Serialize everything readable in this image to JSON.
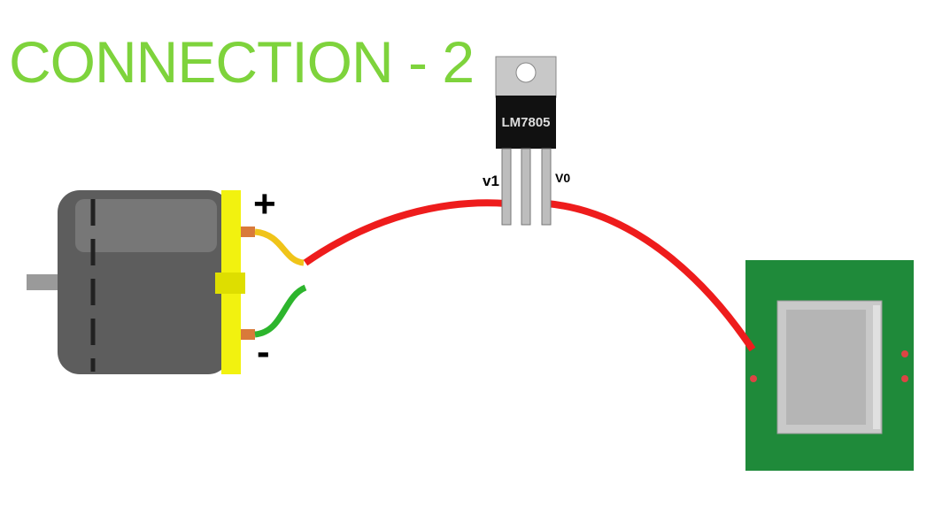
{
  "title": "CONNECTION - 2",
  "regulator": {
    "label": "LM7805",
    "pin_in": "v1",
    "pin_out": "V0"
  },
  "motor": {
    "plus": "+",
    "minus": "-"
  },
  "colors": {
    "title": "#7ed33c",
    "wire": "#ee1c1c",
    "board": "#1f8a3a",
    "motor_cap": "#f2f20f"
  }
}
